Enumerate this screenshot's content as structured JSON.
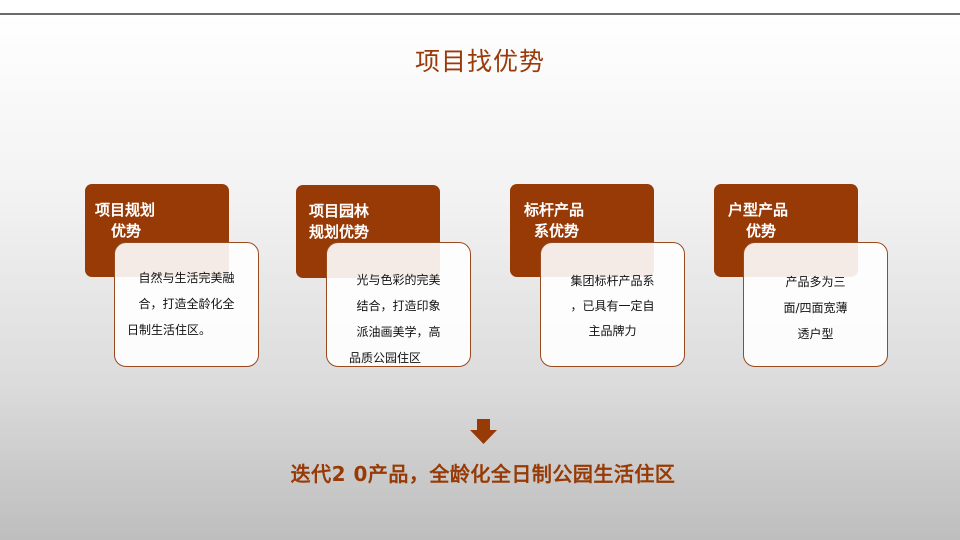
{
  "slide": {
    "title": "项目找优势",
    "accent_color": "#973a05",
    "conclusion": "迭代2 0产品，全龄化全日制公园生活住区",
    "arrow_icon": "arrow-down-icon"
  },
  "advantages": [
    {
      "heading": [
        "项目规划",
        "优势"
      ],
      "body": [
        "自然与生活完美融",
        "合，打造全龄化全",
        "日制生活住区。"
      ]
    },
    {
      "heading": [
        "项目园林",
        "规划优势"
      ],
      "body": [
        "光与色彩的完美",
        "结合，打造印象",
        "派油画美学，高",
        "品质公园住区"
      ]
    },
    {
      "heading": [
        "标杆产品",
        "系优势"
      ],
      "body": [
        "集团标杆产品系",
        "，已具有一定自",
        "主品牌力"
      ]
    },
    {
      "heading": [
        "户型产品",
        "优势"
      ],
      "body": [
        "产品多为三",
        "面/四面宽薄",
        "透户型"
      ]
    }
  ]
}
